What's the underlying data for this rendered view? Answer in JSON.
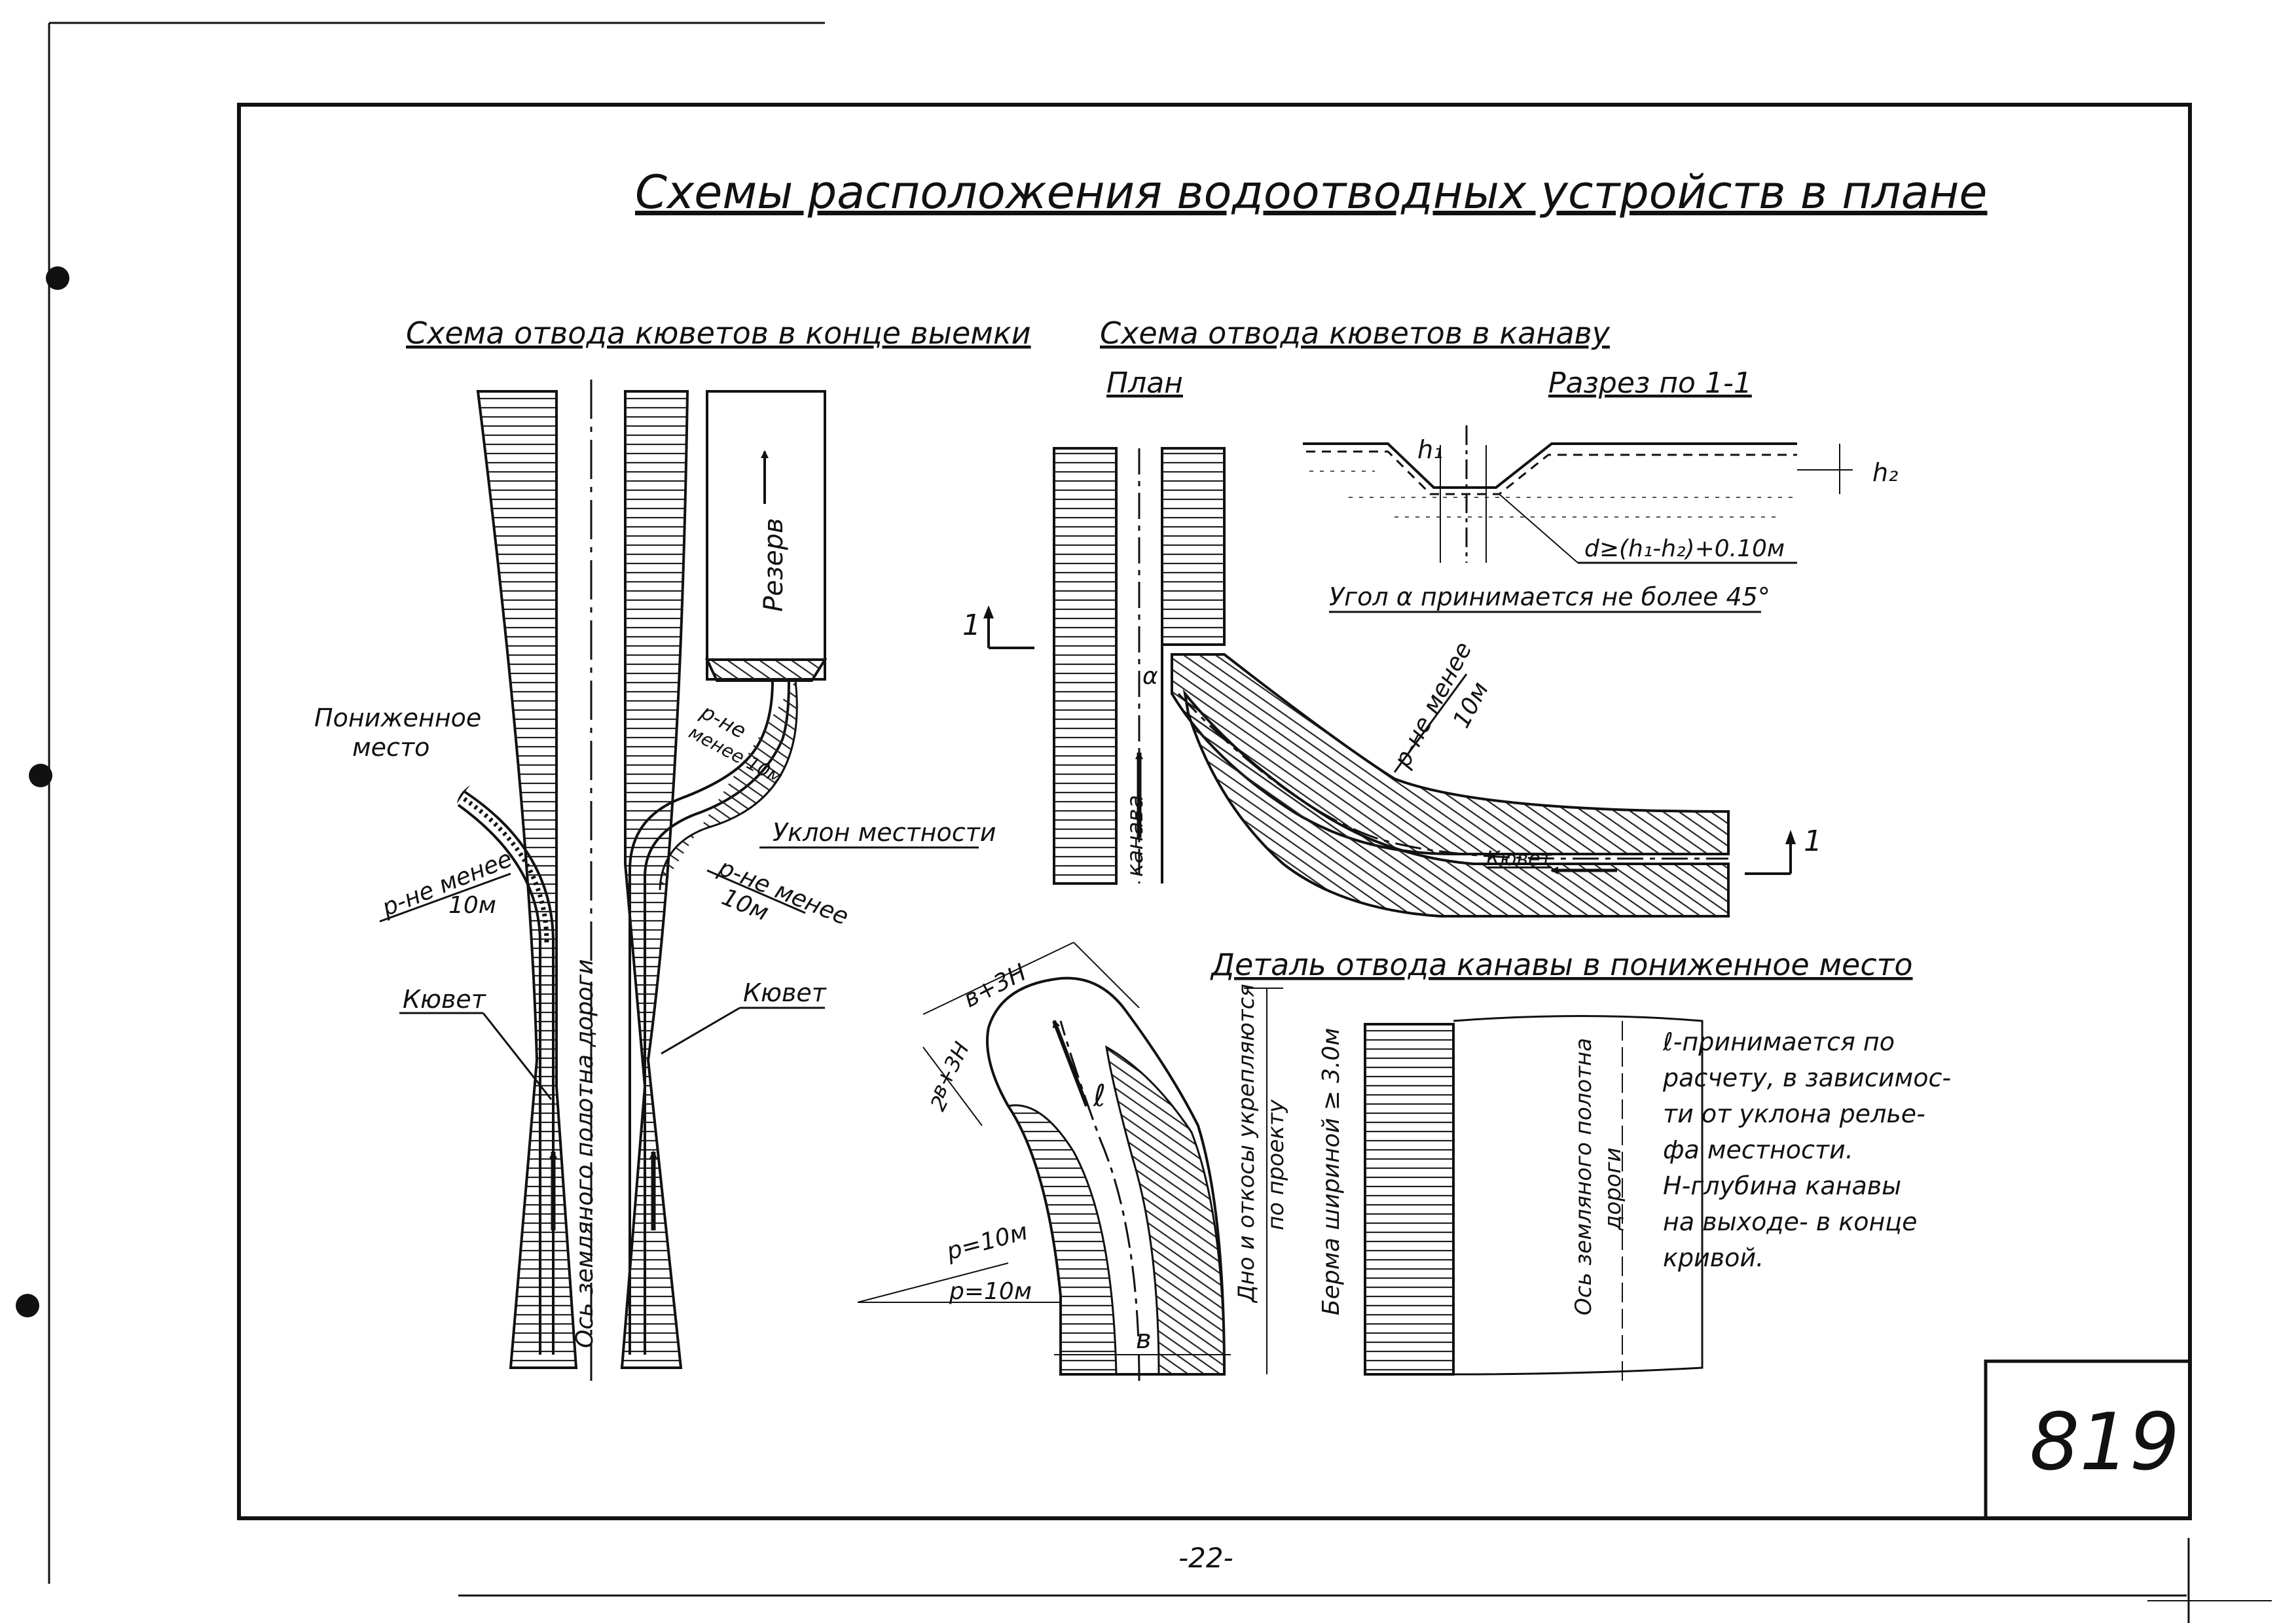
{
  "title": "Схемы расположения водоотводных устройств в плане",
  "sheet_number": "819",
  "page_number": "-22-",
  "left_scheme": {
    "heading": "Схема отвода кюветов в конце выемки",
    "reserve": "Резерв",
    "low_place": [
      "Пониженное",
      "место"
    ],
    "radius_left": [
      "р-не менее",
      "10м"
    ],
    "radius_top": [
      "р-не",
      "менее 10м"
    ],
    "slope": "Уклон местности",
    "radius_right": [
      "р-не менее",
      "10м"
    ],
    "ditch_left": "Кювет",
    "ditch_right": "Кювет",
    "road_axis": "Ось земляного полотна дороги"
  },
  "right_scheme": {
    "heading": "Схема отвода кюветов в канаву",
    "plan": "План",
    "section_heading": "Разрез по 1-1",
    "h1": "h₁",
    "h2": "h₂",
    "depth_formula": "d≥(h₁-h₂)+0.10м",
    "angle_note": "Угол α принимается не более 45°",
    "section_mark_left": "1",
    "section_mark_right": "1",
    "alpha": "α",
    "radius": [
      "р-не менее",
      "10м"
    ],
    "ditch": "Кювет",
    "canal": "канава"
  },
  "detail": {
    "heading": "Деталь отвода канавы в пониженное место",
    "b3h": "в+3Н",
    "b3h_half": [
      "в+3Н",
      "2"
    ],
    "l": "ℓ",
    "r1": "р=10м",
    "r2": "р=10м",
    "b": "в",
    "slopes_note": [
      "Дно и откосы укрепляются",
      "по проекту"
    ],
    "berm": "Берма шириной ≥ 3.0м",
    "road_axis": [
      "Ось земляного полотна",
      "дороги"
    ],
    "notes": [
      "ℓ-принимается по",
      "расчету, в зависимос-",
      "ти от уклона релье-",
      "фа местности.",
      "Н-глубина канавы",
      "на выходе- в конце",
      "кривой."
    ]
  }
}
